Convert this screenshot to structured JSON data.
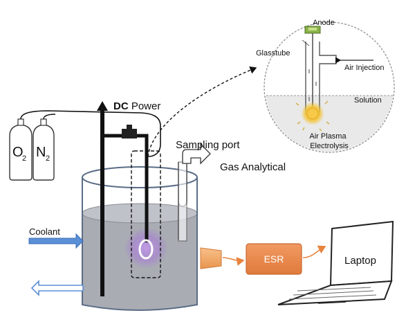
{
  "labels": {
    "dc_bold": "DC",
    "dc_rest": " Power",
    "o2": "O",
    "o2_sub": "2",
    "n2": "N",
    "n2_sub": "2",
    "sampling_port": "Sampling port",
    "gas_analytical": "Gas Analytical",
    "coolant": "Coolant",
    "esr": "ESR",
    "laptop": "Laptop"
  },
  "inset": {
    "anode": "Anode",
    "glasstube": "Glasstube",
    "air_injection": "Air Injection",
    "solution": "Solution",
    "air_plasma": "Air Plasma",
    "electrolysis": "Electrolysis"
  },
  "colors": {
    "water": "#a9acb3",
    "plasma_glow": "#a77ad6",
    "flow_arrow": "#5b8fd6",
    "esr_box": "#ec8f54",
    "outlet": "#f4a460",
    "anode_cap": "#8ab34a"
  }
}
